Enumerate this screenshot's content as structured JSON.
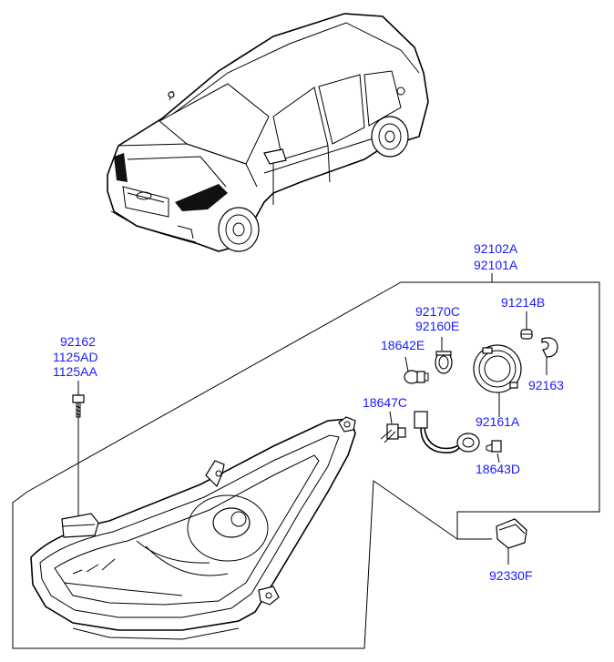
{
  "colors": {
    "label": "#1a1aff",
    "line": "#000000",
    "background": "#ffffff"
  },
  "labels": {
    "l92102A": "92102A",
    "l92101A": "92101A",
    "l92170C": "92170C",
    "l92160E": "92160E",
    "l91214B": "91214B",
    "l18642E": "18642E",
    "l92163": "92163",
    "l18647C": "18647C",
    "l92161A": "92161A",
    "l18643D": "18643D",
    "l92330F": "92330F",
    "l92162": "92162",
    "l1125AD": "1125AD",
    "l1125AA": "1125AA"
  }
}
